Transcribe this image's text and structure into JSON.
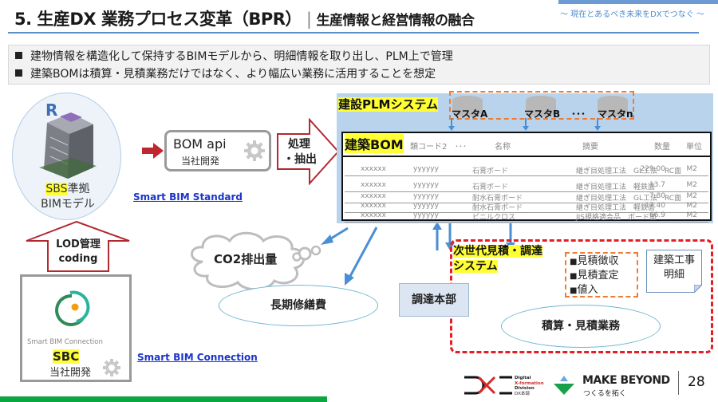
{
  "header": {
    "title": "5. 生産DX 業務プロセス変革（BPR）",
    "separator": "|",
    "subtitle": "生産情報と経営情報の融合",
    "tagline": "～ 現在とあるべき未来をDXでつなぐ ～"
  },
  "bullets": [
    "建物情報を構造化して保持するBIMモデルから、明細情報を取り出し、PLM上で管理",
    "建築BOMは積算・見積業務だけではなく、より幅広い業務に活用することを想定"
  ],
  "bim_model": {
    "revit_mark": "R",
    "label_highlight": "SBS",
    "label_rest": "準拠",
    "label_line2": "BIMモデル",
    "link": "Smart BIM Standard"
  },
  "bom_api": {
    "title": "BOM api",
    "subtitle": "当社開発"
  },
  "process_arrow": {
    "line1": "処理",
    "line2": "・抽出"
  },
  "lod_arrow": {
    "line1": "LOD管理",
    "line2": "coding"
  },
  "sbc": {
    "logo_text": "Smart BIM Connection",
    "label_highlight": "SBC",
    "label_sub": "当社開発",
    "link": "Smart BIM Connection"
  },
  "plm": {
    "label": "建設PLMシステム",
    "masters": [
      "マスタA",
      "マスタB",
      "マスタn"
    ],
    "ellipsis": "･･･"
  },
  "bom_table": {
    "title": "建築BOM",
    "headers": [
      "類コード2",
      "･･･",
      "名称",
      "摘要",
      "数量",
      "単位"
    ],
    "rows": [
      [
        "xxxxxx",
        "yyyyyy",
        "石膏ボード",
        "継ぎ目処理工法　GL工法　RC面",
        "229.00",
        "M2"
      ],
      [
        "xxxxxx",
        "yyyyyy",
        "石膏ボード",
        "継ぎ目処理工法　軽鉄面",
        "13.7",
        "M2"
      ],
      [
        "xxxxxx",
        "yyyyyy",
        "耐水石膏ボード",
        "継ぎ目処理工法　GL工法　RC面",
        "7.80",
        "M2"
      ],
      [
        "xxxxxx",
        "yyyyyy",
        "耐水石膏ボード",
        "継ぎ目処理工法　軽鉄面",
        "17.40",
        "M2"
      ],
      [
        "xxxxxx",
        "yyyyyy",
        "ビニルクロス",
        "JIS規格適合品　ボード面",
        "66.9",
        "M2"
      ]
    ]
  },
  "uses": {
    "co2": "CO2排出量",
    "long_term_repair": "長期修繕費",
    "procurement_dept": "調達本部"
  },
  "next_gen_system": {
    "label_line1": "次世代見積・調達",
    "label_line2": "システム",
    "estimate_items": [
      "見積徴収",
      "見積査定",
      "値入"
    ],
    "document_line1": "建築工事",
    "document_line2": "明細",
    "business": "積算・見積業務"
  },
  "footer": {
    "dxd_text": [
      "Digital",
      "X-formation",
      "Division",
      "DX本部"
    ],
    "brand": "MAKE BEYOND",
    "brand_sub": "つくるを拓く",
    "page_number": "28"
  },
  "colors": {
    "accent_blue": "#5b8fc7",
    "plm_bg": "#b9d3ec",
    "highlight": "#ffff33",
    "red_arrow": "#c0262d",
    "dashed_red": "#e51e25",
    "dashed_orange": "#ed7d31",
    "green_bar": "#0aa640",
    "link": "#1a35c9"
  }
}
